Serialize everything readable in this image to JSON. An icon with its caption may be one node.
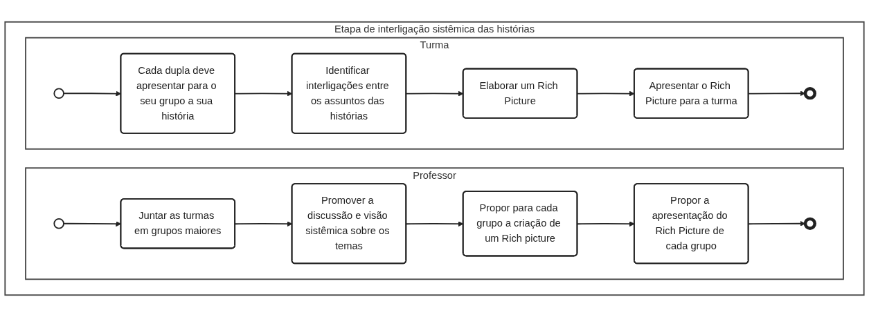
{
  "diagram": {
    "nodes": [
      {
        "text": [
          "Etapa de interligação sistêmica das histórias"
        ]
      },
      {
        "text": [
          "Professor"
        ],
        "in": 0
      },
      {
        "text": [],
        "shape": "circle",
        "in": 1
      },
      {
        "text": [
          "Juntar as turmas em grupos maiores"
        ],
        "in": 1
      },
      {
        "text": [
          "Promover a discussão e visão sistêmica sobre os temas"
        ],
        "in": 1
      },
      {
        "text": [
          "Propor para cada grupo a criação de um Rich picture"
        ],
        "in": 1
      },
      {
        "text": [
          "Propor a apresentação do Rich Picture de cada grupo"
        ],
        "in": 1
      },
      {
        "text": [],
        "shape": "circle",
        "in": 1
      },
      {
        "text": [
          "Turma"
        ],
        "in": 0
      },
      {
        "text": [],
        "shape": "circle",
        "in": 8
      },
      {
        "text": [
          "Cada dupla deve apresentar para o seu grupo a sua história"
        ],
        "in": 8
      },
      {
        "text": [
          "Identificar interligações entre os assuntos das histórias"
        ],
        "in": 8
      },
      {
        "text": [
          "Elaborar um Rich Picture"
        ],
        "in": 8
      },
      {
        "text": [
          "Apresentar o Rich Picture para a turma"
        ],
        "in": 8
      },
      {
        "text": [],
        "shape": "circle",
        "in": 8
      }
    ],
    "edges": [
      {
        "from": 2,
        "to": 3,
        "arrow": "to"
      },
      {
        "from": 3,
        "to": 4,
        "arrow": "to"
      },
      {
        "from": 4,
        "to": 5,
        "arrow": "to"
      },
      {
        "from": 5,
        "to": 6,
        "arrow": "to"
      },
      {
        "from": 6,
        "to": 7,
        "arrow": "to"
      },
      {
        "from": 9,
        "to": 10,
        "arrow": "to"
      },
      {
        "from": 10,
        "to": 11,
        "arrow": "to"
      },
      {
        "from": 11,
        "to": 12,
        "arrow": "to"
      },
      {
        "from": 12,
        "to": 13,
        "arrow": "to"
      },
      {
        "from": 13,
        "to": 14,
        "arrow": "to"
      }
    ]
  }
}
